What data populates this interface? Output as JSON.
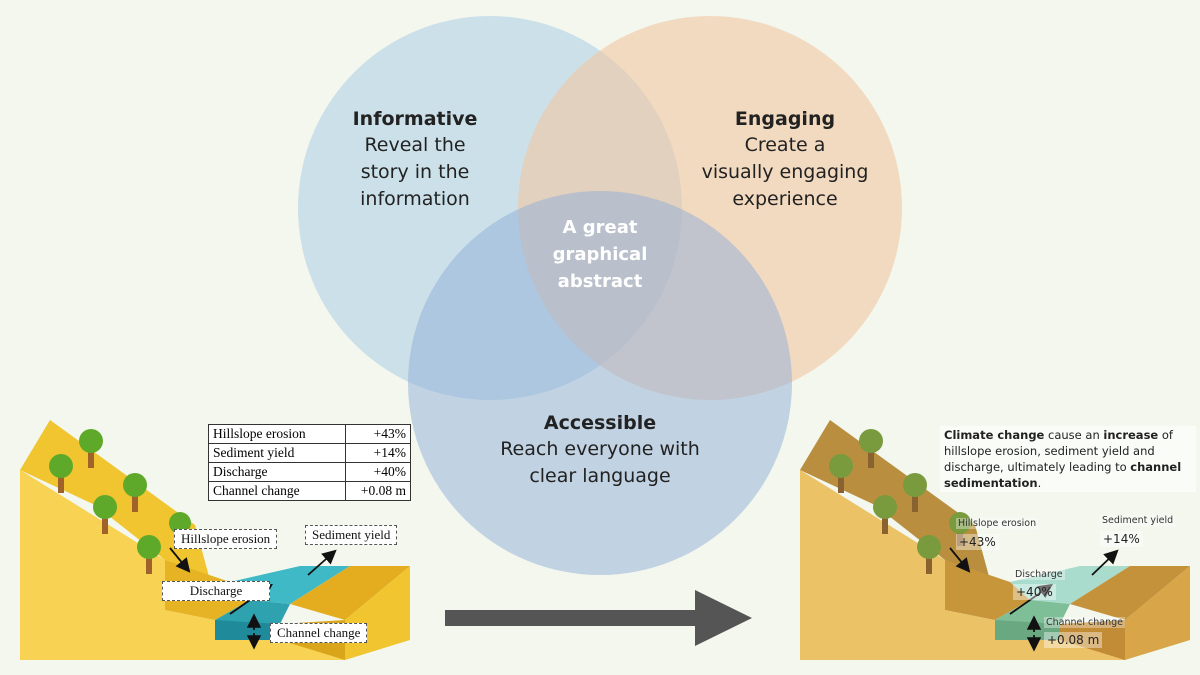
{
  "venn": {
    "informative": {
      "title": "Informative",
      "lines": [
        "Reveal the",
        "story in the",
        "information"
      ]
    },
    "engaging": {
      "title": "Engaging",
      "lines": [
        "Create a",
        "visually engaging",
        "experience"
      ]
    },
    "accessible": {
      "title": "Accessible",
      "lines": [
        "Reach everyone with",
        "clear language"
      ]
    },
    "center": [
      "A great",
      "graphical",
      "abstract"
    ],
    "colors": {
      "informative": "#a9cde3",
      "engaging": "#f1c7a2",
      "accessible": "#9fb9df"
    }
  },
  "left_panel": {
    "table": [
      {
        "label": "Hillslope erosion",
        "value": "+43%"
      },
      {
        "label": "Sediment yield",
        "value": "+14%"
      },
      {
        "label": "Discharge",
        "value": "+40%"
      },
      {
        "label": "Channel change",
        "value": "+0.08 m"
      }
    ],
    "labels": {
      "hillslope": "Hillslope erosion",
      "sediment": "Sediment yield",
      "discharge": "Discharge",
      "channel": "Channel change"
    }
  },
  "right_panel": {
    "note_parts": [
      {
        "text": "Climate change",
        "bold": true
      },
      {
        "text": " cause an ",
        "bold": false
      },
      {
        "text": "increase",
        "bold": true
      },
      {
        "text": " of hillslope erosion, sediment yield and discharge, ultimately leading to ",
        "bold": false
      },
      {
        "text": "channel sedimentation",
        "bold": true
      },
      {
        "text": ".",
        "bold": false
      }
    ],
    "tags": {
      "hillslope": {
        "label": "Hillslope erosion",
        "value": "+43%"
      },
      "sediment": {
        "label": "Sediment yield",
        "value": "+14%"
      },
      "discharge": {
        "label": "Discharge",
        "value": "+40%"
      },
      "channel": {
        "label": "Channel change",
        "value": "+0.08 m"
      }
    }
  },
  "arrow_color": "#555555"
}
